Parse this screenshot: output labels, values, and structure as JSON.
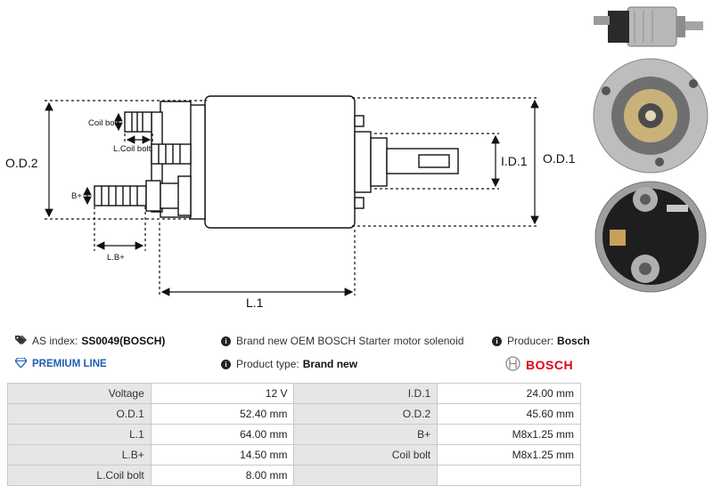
{
  "diagram": {
    "labels": {
      "od2": "O.D.2",
      "od1": "O.D.1",
      "id1": "I.D.1",
      "l1": "L.1",
      "lb": "L.B+",
      "bplus": "B+",
      "coil_bolt": "Coil bolt",
      "l_coil_bolt": "L.Coil bolt"
    }
  },
  "info": {
    "as_index_label": "AS index:",
    "as_index_value": "SS0049(BOSCH)",
    "premium_line": "PREMIUM LINE",
    "description": "Brand new OEM BOSCH Starter motor solenoid",
    "product_type_label": "Product type:",
    "product_type_value": "Brand new",
    "producer_label": "Producer:",
    "producer_value": "Bosch",
    "brand_logo_text": "BOSCH"
  },
  "colors": {
    "premium_blue": "#1f5fb0",
    "bosch_red": "#e2001a",
    "table_key_bg": "#e6e6e6"
  },
  "specs": [
    [
      "Voltage",
      "12 V",
      "I.D.1",
      "24.00 mm"
    ],
    [
      "O.D.1",
      "52.40 mm",
      "O.D.2",
      "45.60 mm"
    ],
    [
      "L.1",
      "64.00 mm",
      "B+",
      "M8x1.25 mm"
    ],
    [
      "L.B+",
      "14.50 mm",
      "Coil bolt",
      "M8x1.25 mm"
    ],
    [
      "L.Coil bolt",
      "8.00 mm",
      "",
      ""
    ]
  ]
}
